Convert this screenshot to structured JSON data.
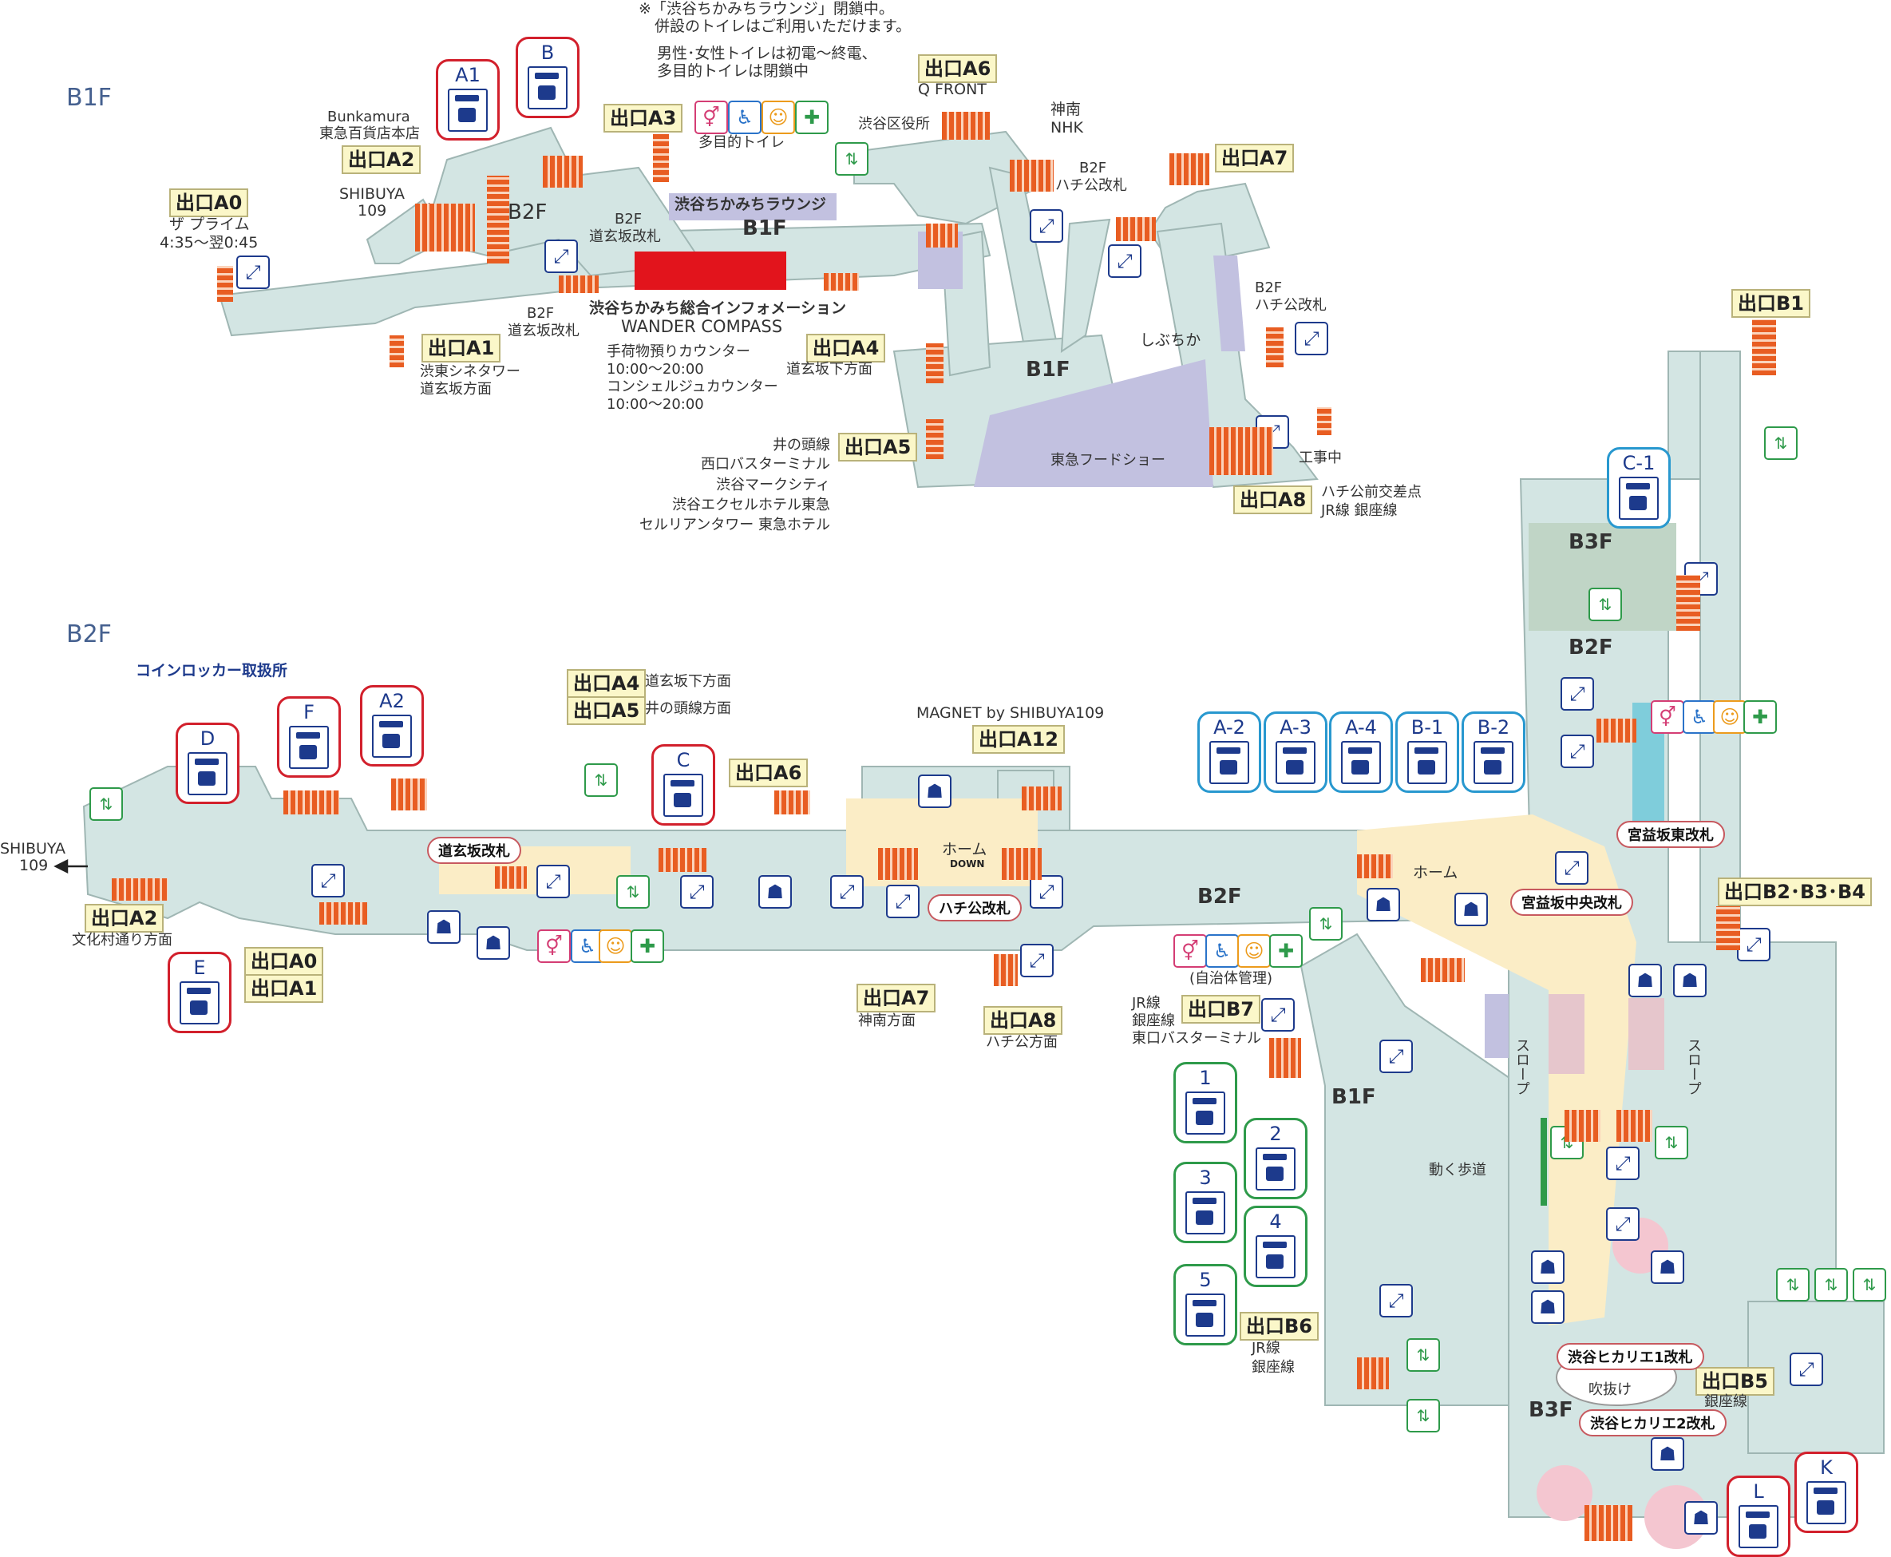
{
  "notice": {
    "line1": "※「渋谷ちかみちラウンジ」閉鎖中。",
    "line2": "併設のトイレはご利用いただけます。",
    "line3": "男性･女性トイレは初電〜終電、",
    "line4": "多目的トイレは閉鎖中"
  },
  "floors": {
    "b1f_main": "B1F",
    "b1f_mid": "B1F",
    "b1f_south": "B1F",
    "b2f_main": "B2F",
    "b2f_east": "B2F",
    "b2f_b1f_area": "B2F",
    "b2f_side": "B2F",
    "b3f_east": "B3F",
    "b3f_south": "B3F",
    "b1f_lower": "B1F"
  },
  "b1f": {
    "lockers": [
      {
        "label": "A1"
      },
      {
        "label": "B"
      }
    ],
    "exits": {
      "a0": "出口A0",
      "a1": "出口A1",
      "a2": "出口A2",
      "a3": "出口A3",
      "a4": "出口A4",
      "a5": "出口A5",
      "a6": "出口A6",
      "a7": "出口A7",
      "a8": "出口A8"
    },
    "texts": {
      "bunkamura": "Bunkamura",
      "tokyu_dept": "東急百貨店本店",
      "shibuya109_1": "SHIBUYA",
      "shibuya109_2": "109",
      "prime": "ザ プライム",
      "prime_hours": "4:35〜翌0:45",
      "shinema": "渋東シネタワー",
      "dogenzaka_dir": "道玄坂方面",
      "b2f_dogen": "B2F",
      "b2f_dogen2": "道玄坂改札",
      "b2f_dogen_b": "B2F",
      "b2f_dogen_b2": "道玄坂改札",
      "lounge": "渋谷ちかみちラウンジ",
      "multi_toilet": "多目的トイレ",
      "qfront": "Q FRONT",
      "kuyakusho": "渋谷区役所",
      "jinnan": "神南",
      "nhk": "NHK",
      "b2f_hachi": "B2F",
      "b2f_hachi2": "ハチ公改札",
      "b2f_hachi_b": "B2F",
      "b2f_hachi_b2": "ハチ公改札",
      "info_name": "渋谷ちかみち総合インフォメーション",
      "wander": "WANDER COMPASS",
      "baggage": "手荷物預りカウンター",
      "baggage_hours": "10:00〜20:00",
      "concierge": "コンシェルジュカウンター",
      "concierge_hours": "10:00〜20:00",
      "dogen_shita": "道玄坂下方面",
      "inokashira": "井の頭線",
      "west_bus": "西口バスターミナル",
      "mark_city": "渋谷マークシティ",
      "excel": "渋谷エクセルホテル東急",
      "cerulean": "セルリアンタワー 東急ホテル",
      "shibuchika": "しぶちか",
      "food_show": "東急フードショー",
      "construction": "工事中",
      "hachi_crossing": "ハチ公前交差点",
      "jr_ginza": "JR線 銀座線"
    }
  },
  "b2f": {
    "coin_locker_office": "コインロッカー取扱所",
    "lockers_red": [
      {
        "label": "D"
      },
      {
        "label": "F"
      },
      {
        "label": "A2"
      },
      {
        "label": "C"
      },
      {
        "label": "E"
      },
      {
        "label": "L"
      },
      {
        "label": "K"
      }
    ],
    "lockers_blue": [
      {
        "label": "A-2"
      },
      {
        "label": "A-3"
      },
      {
        "label": "A-4"
      },
      {
        "label": "B-1"
      },
      {
        "label": "B-2"
      },
      {
        "label": "C-1"
      }
    ],
    "lockers_green": [
      {
        "label": "1"
      },
      {
        "label": "2"
      },
      {
        "label": "3"
      },
      {
        "label": "4"
      },
      {
        "label": "5"
      }
    ],
    "exits": {
      "a2": "出口A2",
      "a0": "出口A0",
      "a1": "出口A1",
      "a4": "出口A4",
      "a5": "出口A5",
      "a6": "出口A6",
      "a12": "出口A12",
      "a7": "出口A7",
      "a8": "出口A8",
      "b7": "出口B7",
      "b6": "出口B6",
      "b1": "出口B1",
      "b234": "出口B2･B3･B4",
      "b5": "出口B5"
    },
    "gates": {
      "dogenzaka": "道玄坂改札",
      "hachiko": "ハチ公改札",
      "miyamasu_east": "宮益坂東改札",
      "miyamasu_center": "宮益坂中央改札",
      "hikarie1": "渋谷ヒカリエ1改札",
      "hikarie2": "渋谷ヒカリエ2改札"
    },
    "texts": {
      "shibuya109_1": "SHIBUYA",
      "shibuya109_2": "109",
      "bunkamura_st": "文化村通り方面",
      "dogen_shita": "道玄坂下方面",
      "inokashira_dir": "井の頭線方面",
      "magnet": "MAGNET by SHIBUYA109",
      "home1": "ホーム",
      "home1_down": "DOWN",
      "home2": "ホーム",
      "jinnan_dir": "神南方面",
      "hachi_dir": "ハチ公方面",
      "jichitai": "(自治体管理)",
      "jr_line": "JR線",
      "ginza_line": "銀座線",
      "east_bus": "東口バスターミナル",
      "b6_jr": "JR線",
      "b6_ginza": "銀座線",
      "moving_walk": "動く歩道",
      "slope_l": "スロープ",
      "slope_r": "スロープ",
      "fukinuke": "吹抜け",
      "b5_ginza": "銀座線"
    }
  },
  "colors": {
    "corridor": "#d3e5e3",
    "platform_b3f": "#c0d5c6",
    "concourse_yellow": "#fbedc6",
    "lavender": "#c2c1e0",
    "stair_orange": "#e85d22",
    "locker_red": "#d2202c",
    "locker_blue": "#2898cf",
    "locker_green": "#2e9a4a",
    "exit_bg": "#fbf7c9",
    "info_red": "#e2141c"
  }
}
